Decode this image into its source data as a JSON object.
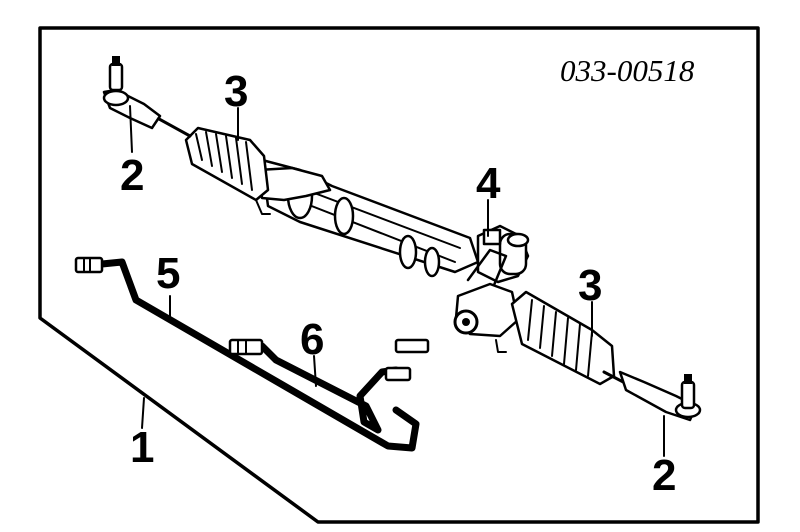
{
  "diagram": {
    "part_number": "033-00518",
    "callouts": [
      {
        "id": "c1",
        "label": "1"
      },
      {
        "id": "c2a",
        "label": "2"
      },
      {
        "id": "c2b",
        "label": "2"
      },
      {
        "id": "c3a",
        "label": "3"
      },
      {
        "id": "c3b",
        "label": "3"
      },
      {
        "id": "c4",
        "label": "4"
      },
      {
        "id": "c5",
        "label": "5"
      },
      {
        "id": "c6",
        "label": "6"
      }
    ]
  }
}
